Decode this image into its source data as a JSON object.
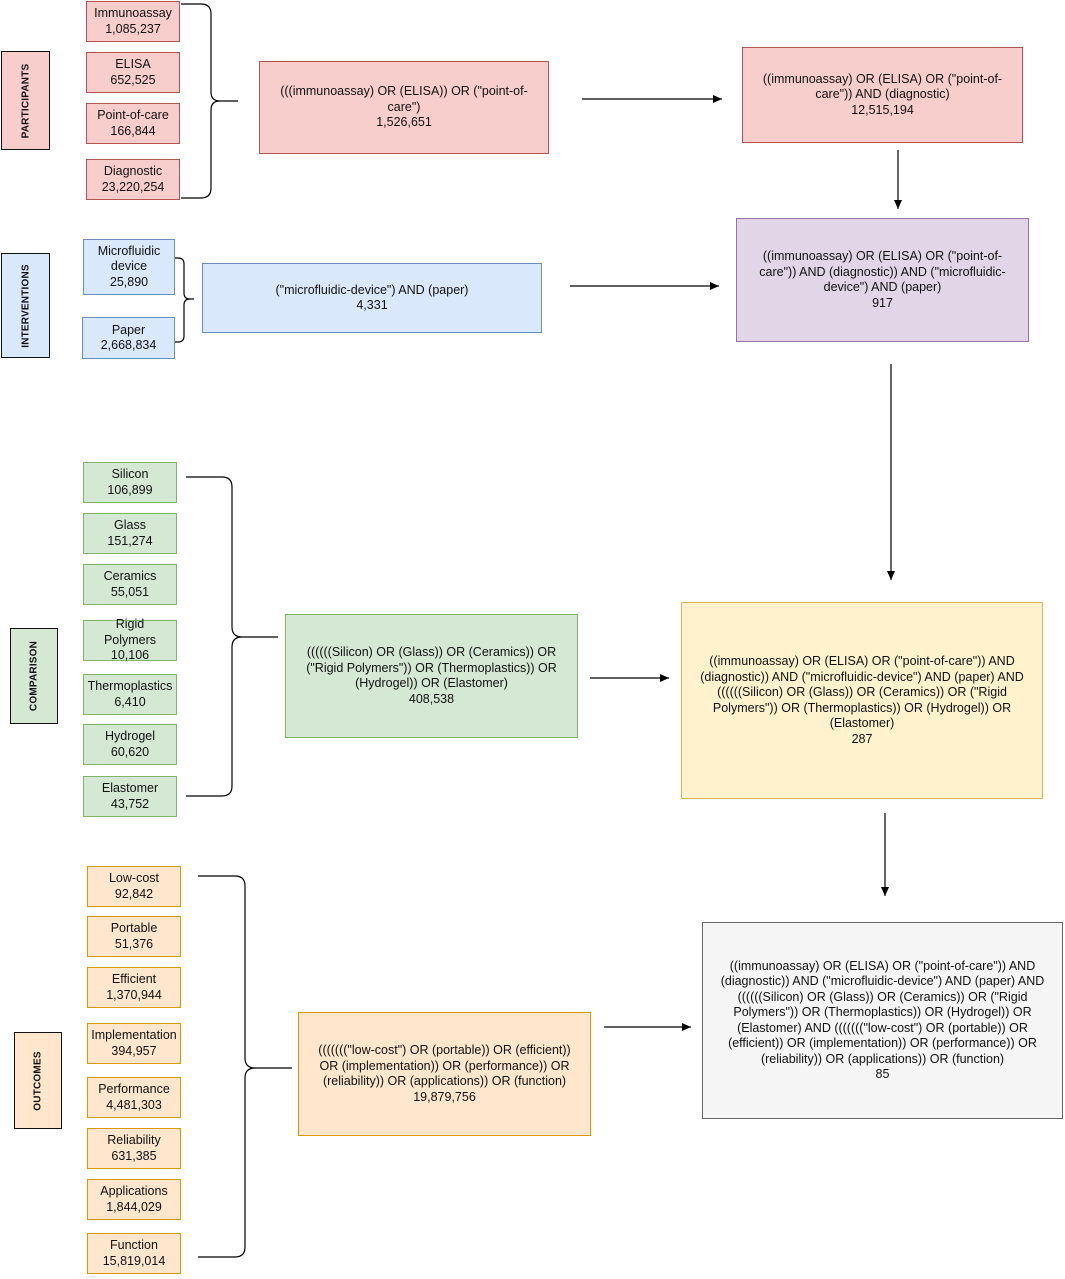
{
  "sections": {
    "participants": "PARTICIPANTS",
    "interventions": "INTERVENTIONS",
    "comparison": "COMPARISON",
    "outcomes": "OUTCOMES"
  },
  "participants": [
    {
      "label": "Immunoassay",
      "count": "1,085,237"
    },
    {
      "label": "ELISA",
      "count": "652,525"
    },
    {
      "label": "Point-of-care",
      "count": "166,844"
    },
    {
      "label": "Diagnostic",
      "count": "23,220,254"
    }
  ],
  "interventions": [
    {
      "label": "Microfluidic device",
      "count": "25,890"
    },
    {
      "label": "Paper",
      "count": "2,668,834"
    }
  ],
  "comparison": [
    {
      "label": "Silicon",
      "count": "106,899"
    },
    {
      "label": "Glass",
      "count": "151,274"
    },
    {
      "label": "Ceramics",
      "count": "55,051"
    },
    {
      "label": "Rigid Polymers",
      "count": "10,106"
    },
    {
      "label": "Thermoplastics",
      "count": "6,410"
    },
    {
      "label": "Hydrogel",
      "count": "60,620"
    },
    {
      "label": "Elastomer",
      "count": "43,752"
    }
  ],
  "outcomes": [
    {
      "label": "Low-cost",
      "count": "92,842"
    },
    {
      "label": "Portable",
      "count": "51,376"
    },
    {
      "label": "Efficient",
      "count": "1,370,944"
    },
    {
      "label": "Implementation",
      "count": "394,957"
    },
    {
      "label": "Performance",
      "count": "4,481,303"
    },
    {
      "label": "Reliability",
      "count": "631,385"
    },
    {
      "label": "Applications",
      "count": "1,844,029"
    },
    {
      "label": "Function",
      "count": "15,819,014"
    }
  ],
  "queries": {
    "participants_combined": {
      "text": "(((immunoassay) OR (ELISA)) OR (\"point-of-care\")",
      "count": "1,526,651"
    },
    "participants_diagnostic": {
      "text": "((immunoassay) OR (ELISA) OR (\"point-of-care\")) AND (diagnostic)",
      "count": "12,515,194"
    },
    "interventions_combined": {
      "text": "(\"microfluidic-device\") AND (paper)",
      "count": "4,331"
    },
    "with_interventions": {
      "text": "((immunoassay) OR (ELISA) OR (\"point-of-care\")) AND (diagnostic)) AND (\"microfluidic-device\") AND (paper)",
      "count": "917"
    },
    "comparison_combined": {
      "text": "((((((Silicon) OR (Glass)) OR (Ceramics)) OR (\"Rigid Polymers\")) OR (Thermoplastics)) OR (Hydrogel)) OR (Elastomer)",
      "count": "408,538"
    },
    "with_comparison": {
      "text": "((immunoassay) OR (ELISA) OR (\"point-of-care\")) AND (diagnostic)) AND (\"microfluidic-device\") AND (paper) AND ((((((Silicon) OR (Glass)) OR (Ceramics)) OR (\"Rigid Polymers\")) OR (Thermoplastics)) OR (Hydrogel)) OR (Elastomer)",
      "count": "287"
    },
    "outcomes_combined": {
      "text": "(((((((\"low-cost\") OR (portable)) OR (efficient)) OR (implementation)) OR (performance)) OR (reliability)) OR (applications)) OR (function)",
      "count": "19,879,756"
    },
    "final": {
      "text": "((immunoassay) OR (ELISA) OR (\"point-of-care\")) AND (diagnostic)) AND (\"microfluidic-device\") AND (paper) AND ((((((Silicon) OR (Glass)) OR (Ceramics)) OR (\"Rigid Polymers\")) OR (Thermoplastics)) OR (Hydrogel)) OR (Elastomer) AND (((((((\"low-cost\") OR (portable)) OR (efficient)) OR (implementation)) OR (performance)) OR (reliability)) OR (applications)) OR (function)",
      "count": "85"
    }
  }
}
